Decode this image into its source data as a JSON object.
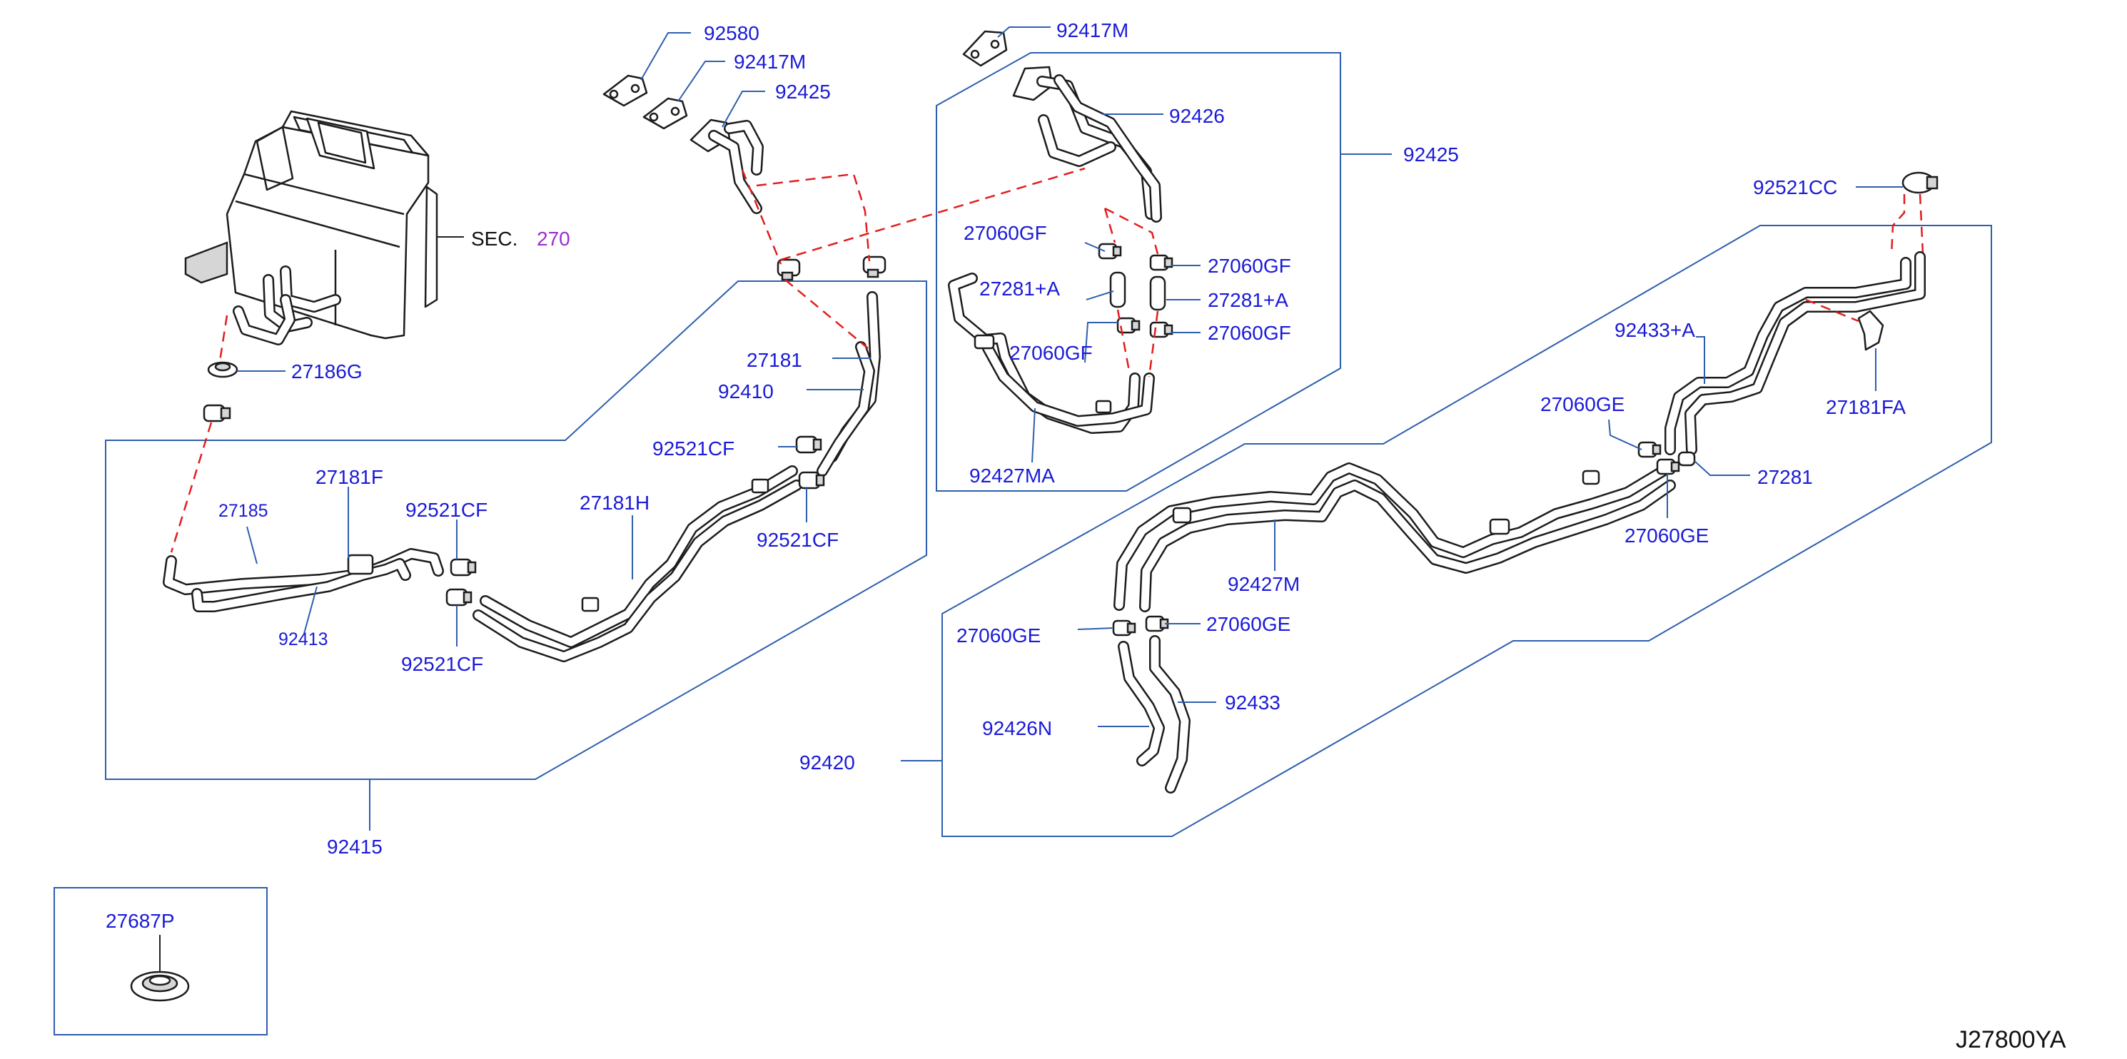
{
  "diagram": {
    "sheet_code": "J27800YA",
    "section_ref": {
      "prefix": "SEC.",
      "number": "270"
    },
    "colors": {
      "label": "#1a1ad8",
      "section_number": "#9b2fd0",
      "leader_box": "#2e5fae",
      "dash_line": "#e21d1d",
      "part_outline": "#1c1c1c"
    },
    "groups": {
      "g92415": "92415",
      "g92425": "92425",
      "g92420": "92420"
    },
    "labels": {
      "p92580": "92580",
      "p92417M_a": "92417M",
      "p92425_a": "92425",
      "p92417M_b": "92417M",
      "p92426": "92426",
      "p27060GF_a": "27060GF",
      "p27060GF_b": "27060GF",
      "p27281A_a": "27281+A",
      "p27281A_b": "27281+A",
      "p27060GF_c": "27060GF",
      "p27060GF_d": "27060GF",
      "p92427MA": "92427MA",
      "p27186G": "27186G",
      "p27181": "27181",
      "p92410": "92410",
      "p92521CF_a": "92521CF",
      "p27181F": "27181F",
      "p27185": "27185",
      "p92521CF_b": "92521CF",
      "p27181H": "27181H",
      "p92521CF_c": "92521CF",
      "p92413": "92413",
      "p92521CF_d": "92521CF",
      "p92521CC": "92521CC",
      "p92433A": "92433+A",
      "p27181FA": "27181FA",
      "p27060GE_a": "27060GE",
      "p27281": "27281",
      "p27060GE_b": "27060GE",
      "p92427M": "92427M",
      "p27060GE_c": "27060GE",
      "p27060GE_d": "27060GE",
      "p92426N": "92426N",
      "p92433": "92433",
      "p27687P": "27687P"
    }
  }
}
